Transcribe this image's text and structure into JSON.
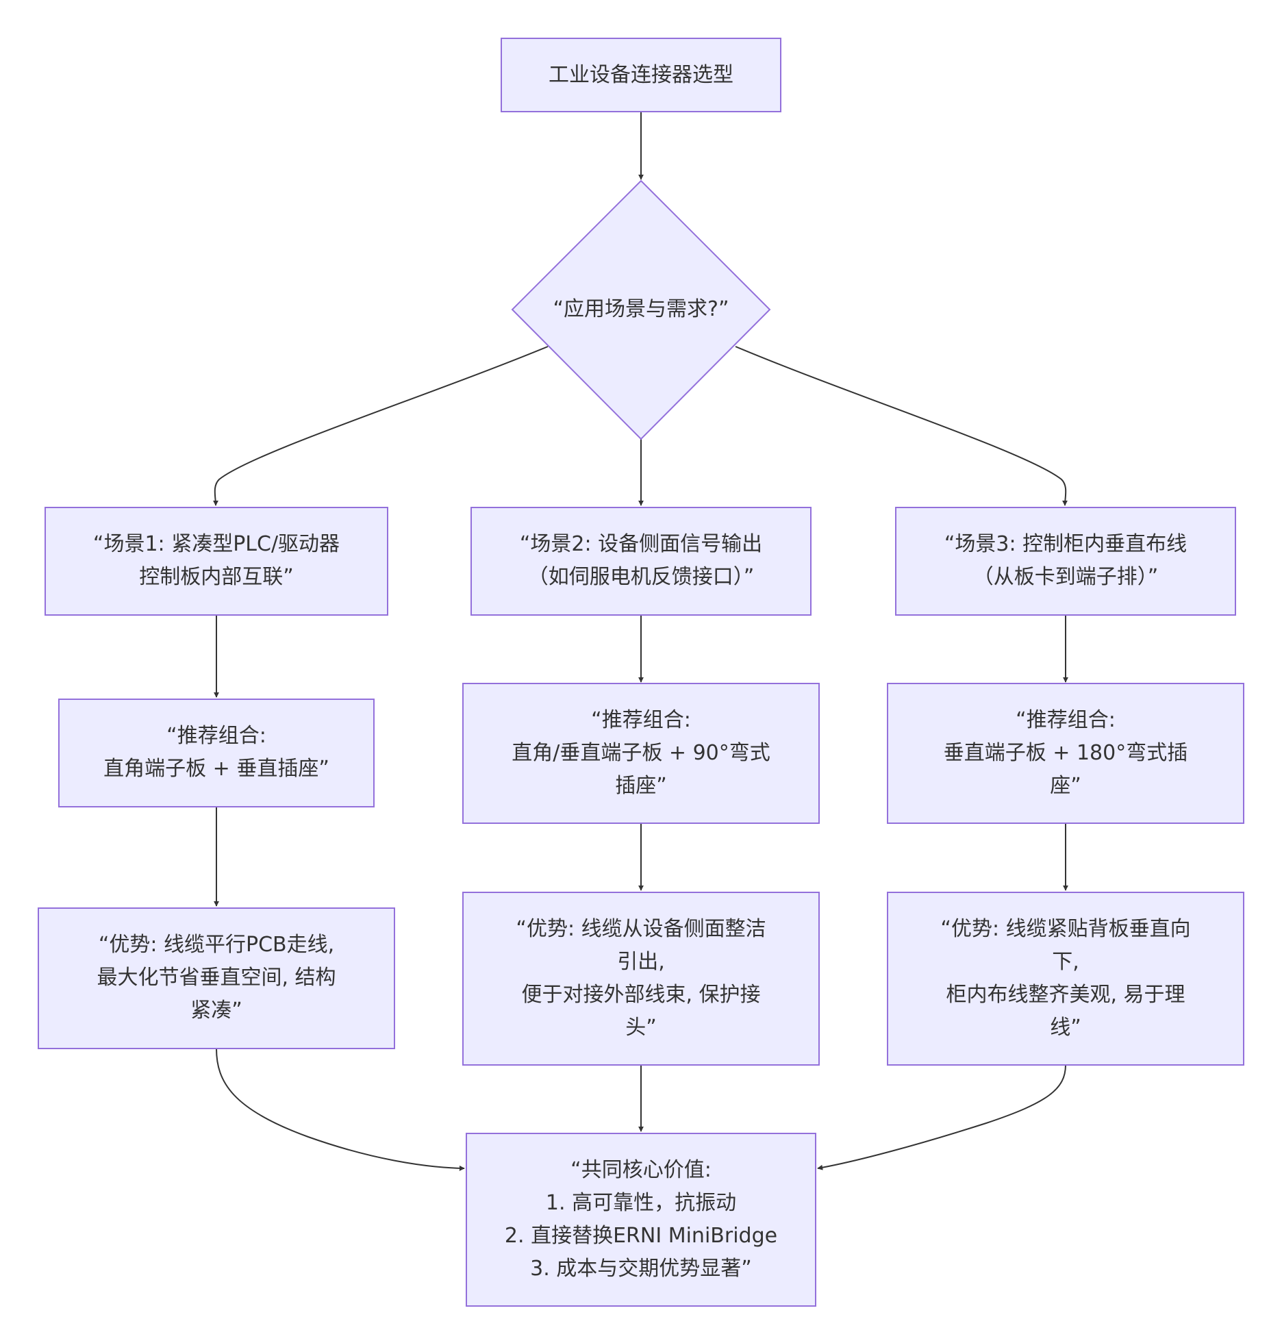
{
  "colors": {
    "node_fill": "#ececff",
    "node_stroke": "#9370db",
    "edge": "#333333",
    "text": "#333333"
  },
  "nodes": {
    "start": {
      "lines": [
        "工业设备连接器选型"
      ]
    },
    "decision": {
      "lines": [
        "“应用场景与需求?”"
      ]
    },
    "scene1": {
      "lines": [
        "“场景1: 紧凑型PLC/驱动器",
        "控制板内部互联”"
      ]
    },
    "scene2": {
      "lines": [
        "“场景2: 设备侧面信号输出",
        "（如伺服电机反馈接口）”"
      ]
    },
    "scene3": {
      "lines": [
        "“场景3: 控制柜内垂直布线",
        "（从板卡到端子排）”"
      ]
    },
    "rec1": {
      "lines": [
        "“推荐组合:",
        "直角端子板 + 垂直插座”"
      ]
    },
    "rec2": {
      "lines": [
        "“推荐组合:",
        "直角/垂直端子板 + 90°弯式",
        "插座”"
      ]
    },
    "rec3": {
      "lines": [
        "“推荐组合:",
        "垂直端子板 + 180°弯式插",
        "座”"
      ]
    },
    "adv1": {
      "lines": [
        "“优势: 线缆平行PCB走线,",
        "最大化节省垂直空间, 结构",
        "紧凑”"
      ]
    },
    "adv2": {
      "lines": [
        "“优势: 线缆从设备侧面整洁",
        "引出,",
        "便于对接外部线束, 保护接",
        "头”"
      ]
    },
    "adv3": {
      "lines": [
        "“优势: 线缆紧贴背板垂直向",
        "下,",
        "柜内布线整齐美观, 易于理",
        "线”"
      ]
    },
    "core": {
      "lines": [
        "“共同核心价值:",
        "1. 高可靠性，抗振动",
        "2. 直接替换ERNI MiniBridge",
        "3. 成本与交期优势显著”"
      ]
    }
  }
}
